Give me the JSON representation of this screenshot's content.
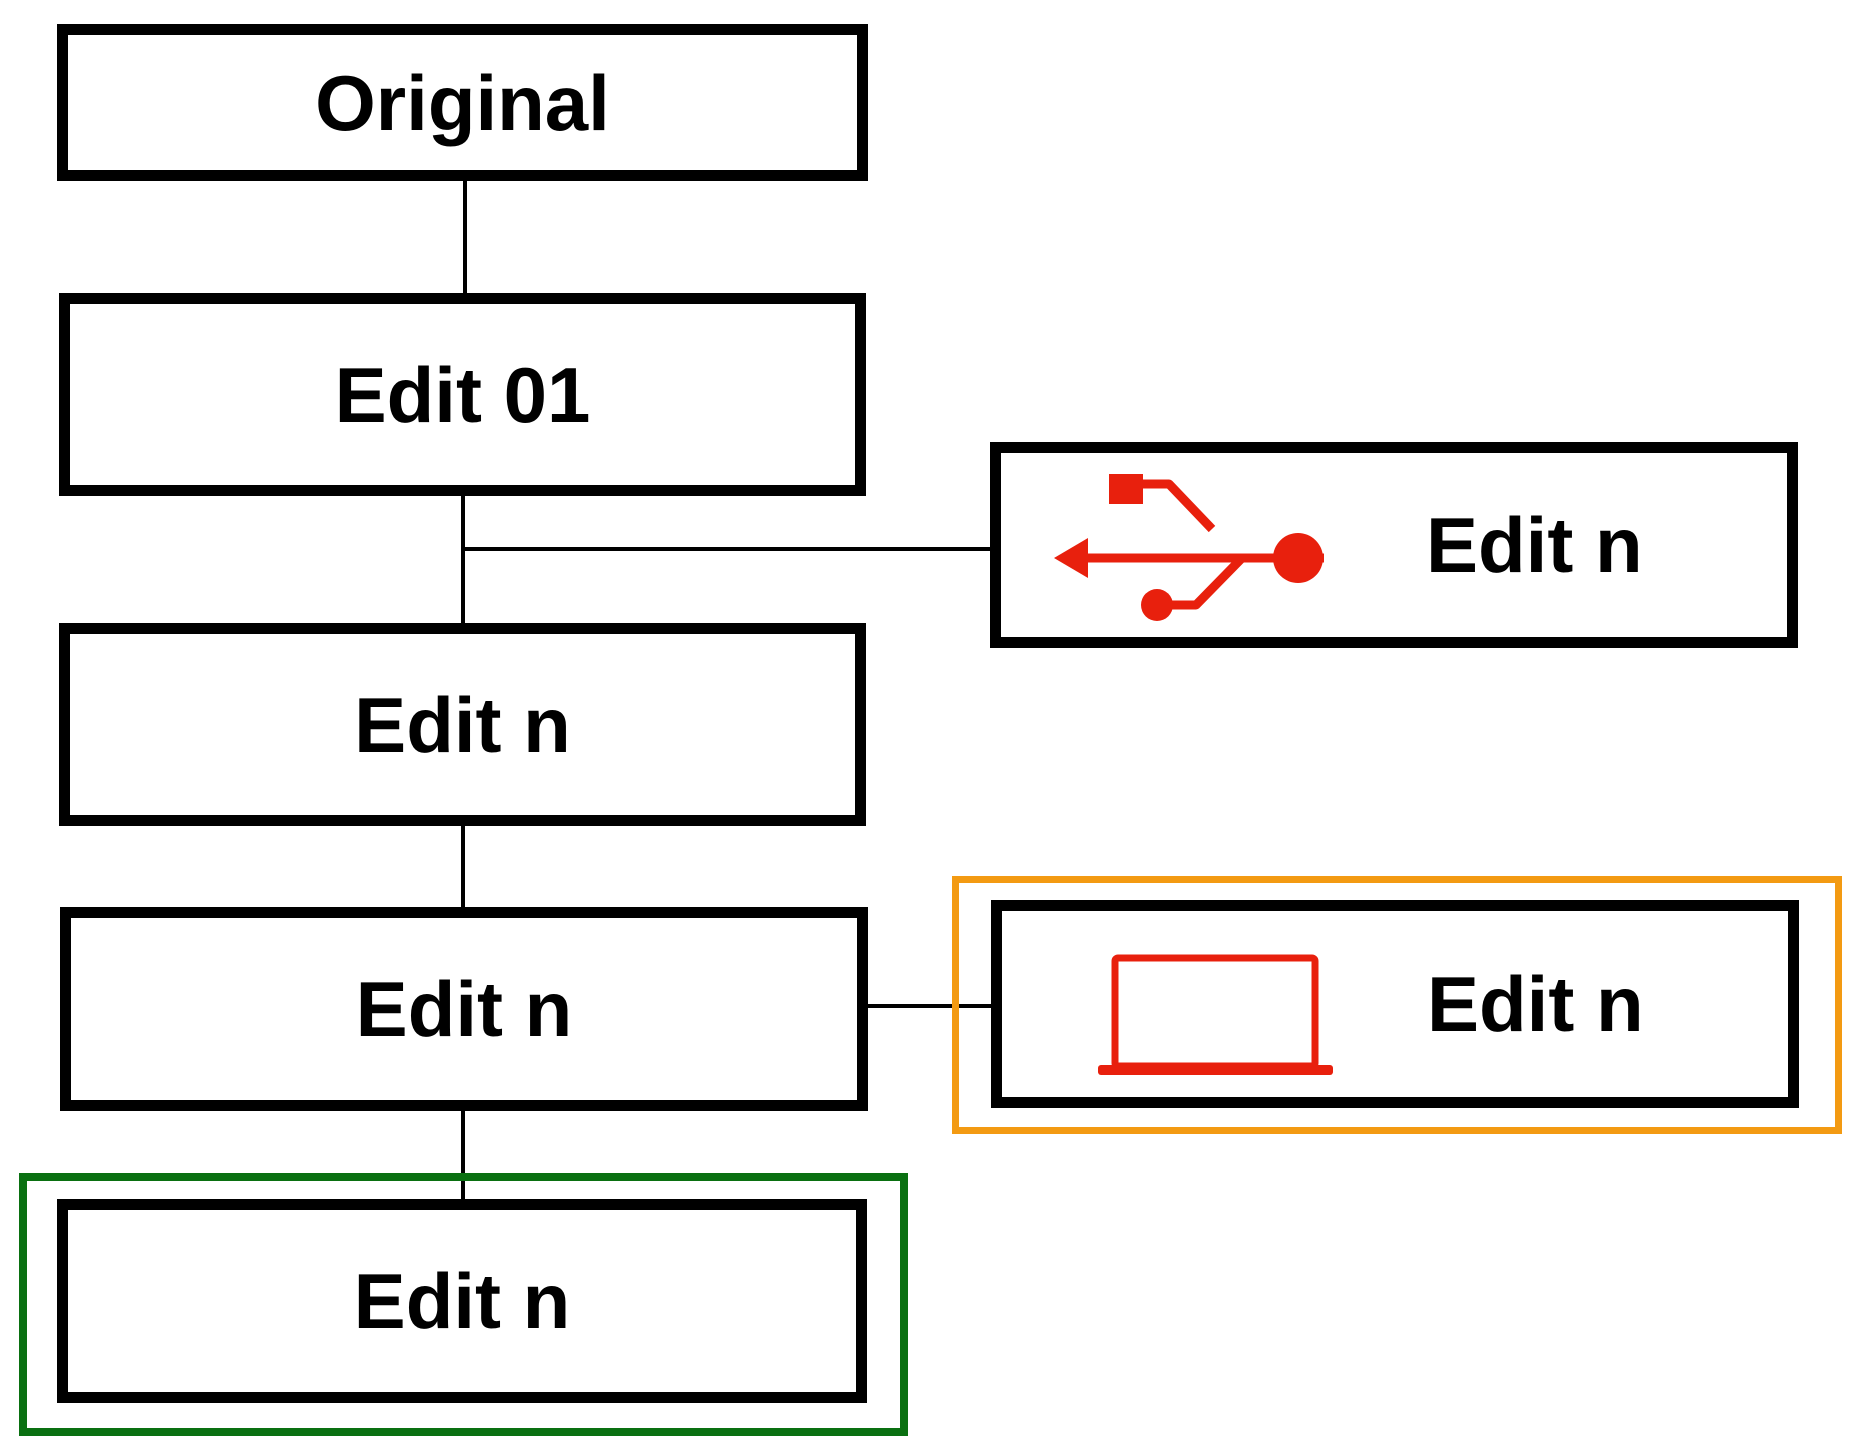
{
  "nodes": {
    "original": {
      "label": "Original"
    },
    "edit01": {
      "label": "Edit 01"
    },
    "edit_n_a": {
      "label": "Edit n"
    },
    "edit_n_b": {
      "label": "Edit n"
    },
    "edit_n_c": {
      "label": "Edit n"
    },
    "edit_n_usb": {
      "label": "Edit n",
      "icon": "usb-icon"
    },
    "edit_n_laptop": {
      "label": "Edit n",
      "icon": "laptop-icon"
    }
  },
  "colors": {
    "icon": "#e8200d",
    "highlight_orange": "#f39a12",
    "highlight_green": "#0a7011",
    "border": "#000000"
  }
}
